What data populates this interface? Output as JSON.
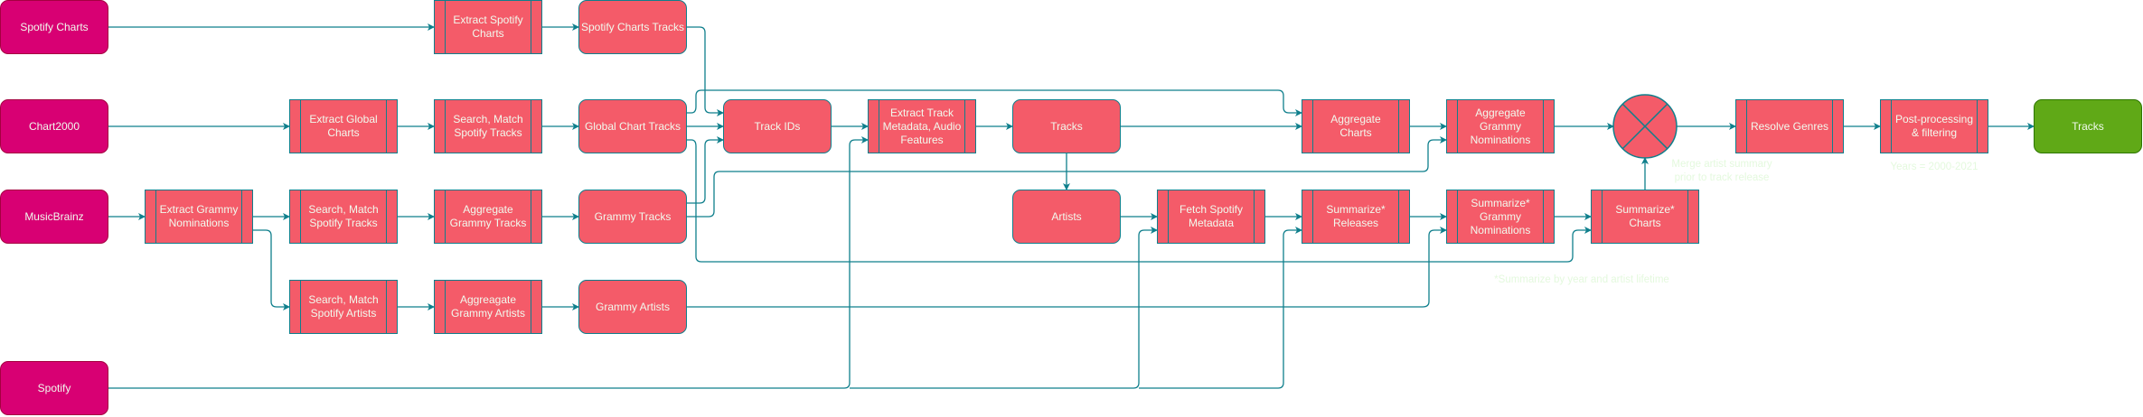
{
  "colors": {
    "source": "#D80073",
    "step": "#F45B69",
    "output": "#60A917",
    "connector": "#0F7F8C",
    "label_text": "#F1FAEE",
    "note_text": "#E4F9DE"
  },
  "nodes": [
    {
      "id": "spotify_charts",
      "kind": "source",
      "label": "Spotify Charts"
    },
    {
      "id": "chart2000",
      "kind": "source",
      "label": "Chart2000"
    },
    {
      "id": "musicbrainz",
      "kind": "source",
      "label": "MusicBrainz"
    },
    {
      "id": "spotify",
      "kind": "source",
      "label": "Spotify"
    },
    {
      "id": "extract_grammy",
      "kind": "process",
      "label": "Extract Grammy\nNominations"
    },
    {
      "id": "extract_global",
      "kind": "process",
      "label": "Extract Global\nCharts"
    },
    {
      "id": "search_tracks_grammy",
      "kind": "process",
      "label": "Search, Match\nSpotify Tracks"
    },
    {
      "id": "search_artists",
      "kind": "process",
      "label": "Search, Match\nSpotify Artists"
    },
    {
      "id": "extract_spotify",
      "kind": "process",
      "label": "Extract Spotify\nCharts"
    },
    {
      "id": "search_tracks_global",
      "kind": "process",
      "label": "Search, Match\nSpotify Tracks"
    },
    {
      "id": "agg_grammy_tracks",
      "kind": "process",
      "label": "Aggregate\nGrammy Tracks"
    },
    {
      "id": "agg_grammy_artists",
      "kind": "process",
      "label": "Aggreagate\nGrammy Artists"
    },
    {
      "id": "spotify_charts_tracks",
      "kind": "data",
      "label": "Spotify Charts Tracks"
    },
    {
      "id": "global_chart_tracks",
      "kind": "data",
      "label": "Global Chart Tracks"
    },
    {
      "id": "grammy_tracks",
      "kind": "data",
      "label": "Grammy Tracks"
    },
    {
      "id": "grammy_artists",
      "kind": "data",
      "label": "Grammy Artists"
    },
    {
      "id": "track_ids",
      "kind": "data",
      "label": "Track IDs"
    },
    {
      "id": "extract_track_meta",
      "kind": "process",
      "label": "Extract Track\nMetadata, Audio\nFeatures"
    },
    {
      "id": "tracks",
      "kind": "data",
      "label": "Tracks"
    },
    {
      "id": "artists",
      "kind": "data",
      "label": "Artists"
    },
    {
      "id": "fetch_spotify_meta",
      "kind": "process",
      "label": "Fetch Spotify\nMetadata"
    },
    {
      "id": "aggregate_charts",
      "kind": "process",
      "label": "Aggregate\nCharts"
    },
    {
      "id": "summarize_releases",
      "kind": "process",
      "label": "Summarize*\nReleases"
    },
    {
      "id": "agg_grammy_noms",
      "kind": "process",
      "label": "Aggregate\nGrammy\nNominations"
    },
    {
      "id": "summarize_grammy_noms",
      "kind": "process",
      "label": "Summarize*\nGrammy\nNominations"
    },
    {
      "id": "summarize_charts",
      "kind": "process",
      "label": "Summarize*\nCharts"
    },
    {
      "id": "merge",
      "kind": "merge",
      "label": ""
    },
    {
      "id": "resolve_genres",
      "kind": "process",
      "label": "Resolve Genres"
    },
    {
      "id": "post_processing",
      "kind": "process",
      "label": "Post-processing\n& filtering"
    },
    {
      "id": "tracks_out",
      "kind": "output",
      "label": "Tracks"
    }
  ],
  "edges": [
    {
      "from": "spotify_charts",
      "to": "extract_spotify"
    },
    {
      "from": "extract_spotify",
      "to": "spotify_charts_tracks"
    },
    {
      "from": "spotify_charts_tracks",
      "to": "track_ids"
    },
    {
      "from": "chart2000",
      "to": "extract_global"
    },
    {
      "from": "extract_global",
      "to": "search_tracks_global"
    },
    {
      "from": "search_tracks_global",
      "to": "global_chart_tracks"
    },
    {
      "from": "global_chart_tracks",
      "to": "track_ids"
    },
    {
      "from": "global_chart_tracks",
      "to": "aggregate_charts"
    },
    {
      "from": "global_chart_tracks",
      "to": "summarize_charts"
    },
    {
      "from": "musicbrainz",
      "to": "extract_grammy"
    },
    {
      "from": "extract_grammy",
      "to": "search_tracks_grammy"
    },
    {
      "from": "extract_grammy",
      "to": "search_artists"
    },
    {
      "from": "search_tracks_grammy",
      "to": "agg_grammy_tracks"
    },
    {
      "from": "agg_grammy_tracks",
      "to": "grammy_tracks"
    },
    {
      "from": "grammy_tracks",
      "to": "track_ids"
    },
    {
      "from": "grammy_tracks",
      "to": "agg_grammy_noms"
    },
    {
      "from": "search_artists",
      "to": "agg_grammy_artists"
    },
    {
      "from": "agg_grammy_artists",
      "to": "grammy_artists"
    },
    {
      "from": "grammy_artists",
      "to": "summarize_grammy_noms"
    },
    {
      "from": "spotify",
      "to": "extract_track_meta"
    },
    {
      "from": "spotify",
      "to": "fetch_spotify_meta"
    },
    {
      "from": "spotify",
      "to": "summarize_releases"
    },
    {
      "from": "track_ids",
      "to": "extract_track_meta"
    },
    {
      "from": "extract_track_meta",
      "to": "tracks"
    },
    {
      "from": "tracks",
      "to": "aggregate_charts"
    },
    {
      "from": "tracks",
      "to": "artists"
    },
    {
      "from": "artists",
      "to": "fetch_spotify_meta"
    },
    {
      "from": "fetch_spotify_meta",
      "to": "summarize_releases"
    },
    {
      "from": "summarize_releases",
      "to": "summarize_grammy_noms"
    },
    {
      "from": "summarize_grammy_noms",
      "to": "summarize_charts"
    },
    {
      "from": "aggregate_charts",
      "to": "agg_grammy_noms"
    },
    {
      "from": "agg_grammy_noms",
      "to": "merge"
    },
    {
      "from": "summarize_charts",
      "to": "merge"
    },
    {
      "from": "merge",
      "to": "resolve_genres"
    },
    {
      "from": "resolve_genres",
      "to": "post_processing"
    },
    {
      "from": "post_processing",
      "to": "tracks_out"
    }
  ],
  "notes": {
    "merge": "Merge artist summary\nprior to track release",
    "years": "Years = 2000-2021",
    "summarize": "*Summarize by year and artist lifetime"
  }
}
